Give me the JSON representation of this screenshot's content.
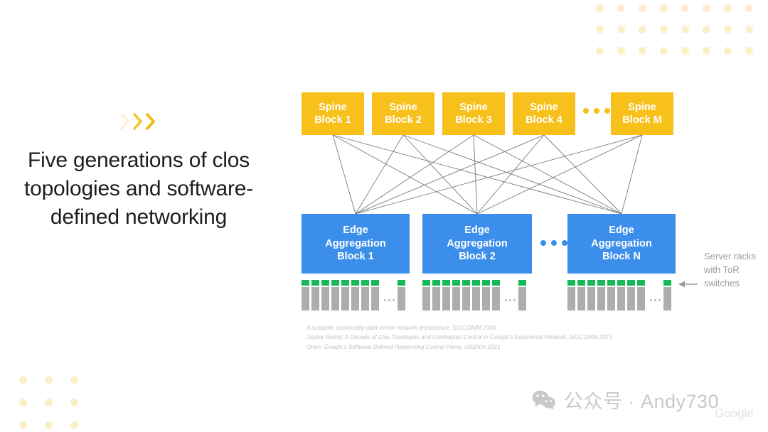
{
  "headline": "Five generations of clos topologies and software-defined networking",
  "decor": {
    "chevron_icon": "double-chevron-right-icon",
    "dot_grid_color": "#FBEFC8",
    "accent_yellow": "#F7C01A",
    "accent_blue": "#3B8EEA",
    "rack_green": "#16B85A",
    "rack_gray": "#ADADAD"
  },
  "diagram": {
    "spine_blocks": [
      {
        "line1": "Spine",
        "line2": "Block 1"
      },
      {
        "line1": "Spine",
        "line2": "Block 2"
      },
      {
        "line1": "Spine",
        "line2": "Block 3"
      },
      {
        "line1": "Spine",
        "line2": "Block 4"
      },
      {
        "line1": "Spine",
        "line2": "Block M"
      }
    ],
    "spine_ellipsis": "...",
    "edge_blocks": [
      {
        "line1": "Edge",
        "line2": "Aggregation",
        "line3": "Block 1"
      },
      {
        "line1": "Edge",
        "line2": "Aggregation",
        "line3": "Block 2"
      },
      {
        "line1": "Edge",
        "line2": "Aggregation",
        "line3": "Block N"
      }
    ],
    "edge_ellipsis": "...",
    "rack_annotation": "Server racks with ToR switches",
    "rack_arrow_icon": "arrow-left-icon",
    "racks_per_group": 8,
    "rack_groups": 3
  },
  "citations": [
    "A scalable, commodity data center network architecture, SIGCOMM 2008",
    "Jupiter Rising: A Decade of Clos Topologies and Centralized Control in Google's Datacenter Network, SIGCOMM 2015",
    "Orion: Google's Software-Defined Networking Control Plane,  USENIX 2021"
  ],
  "watermark": {
    "icon": "wechat-icon",
    "text": "公众号 · Andy730"
  },
  "brand": "Google"
}
